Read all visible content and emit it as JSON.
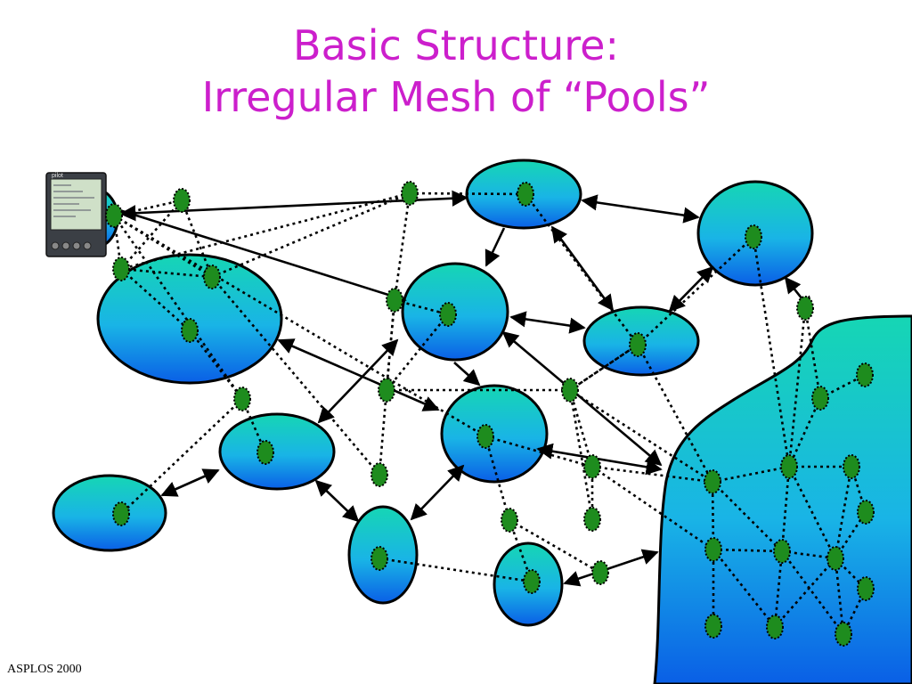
{
  "slide": {
    "title_line1": "Basic Structure:",
    "title_line2": "Irregular Mesh of “Pools”",
    "footer": "ASPLOS 2000"
  },
  "device": {
    "brand": "pilot"
  },
  "colors": {
    "title": "#cc1fcc",
    "pool_top": "#16d6b4",
    "pool_bottom": "#0a5fe6",
    "node": "#1e8c1e",
    "link": "#000000"
  },
  "legend_semantics": {
    "pool_shape": "ellipse",
    "node_shape": "green dotted-outline oval",
    "solid_arrow": "pool-to-pool connection",
    "dotted_line": "node-to-node link"
  }
}
